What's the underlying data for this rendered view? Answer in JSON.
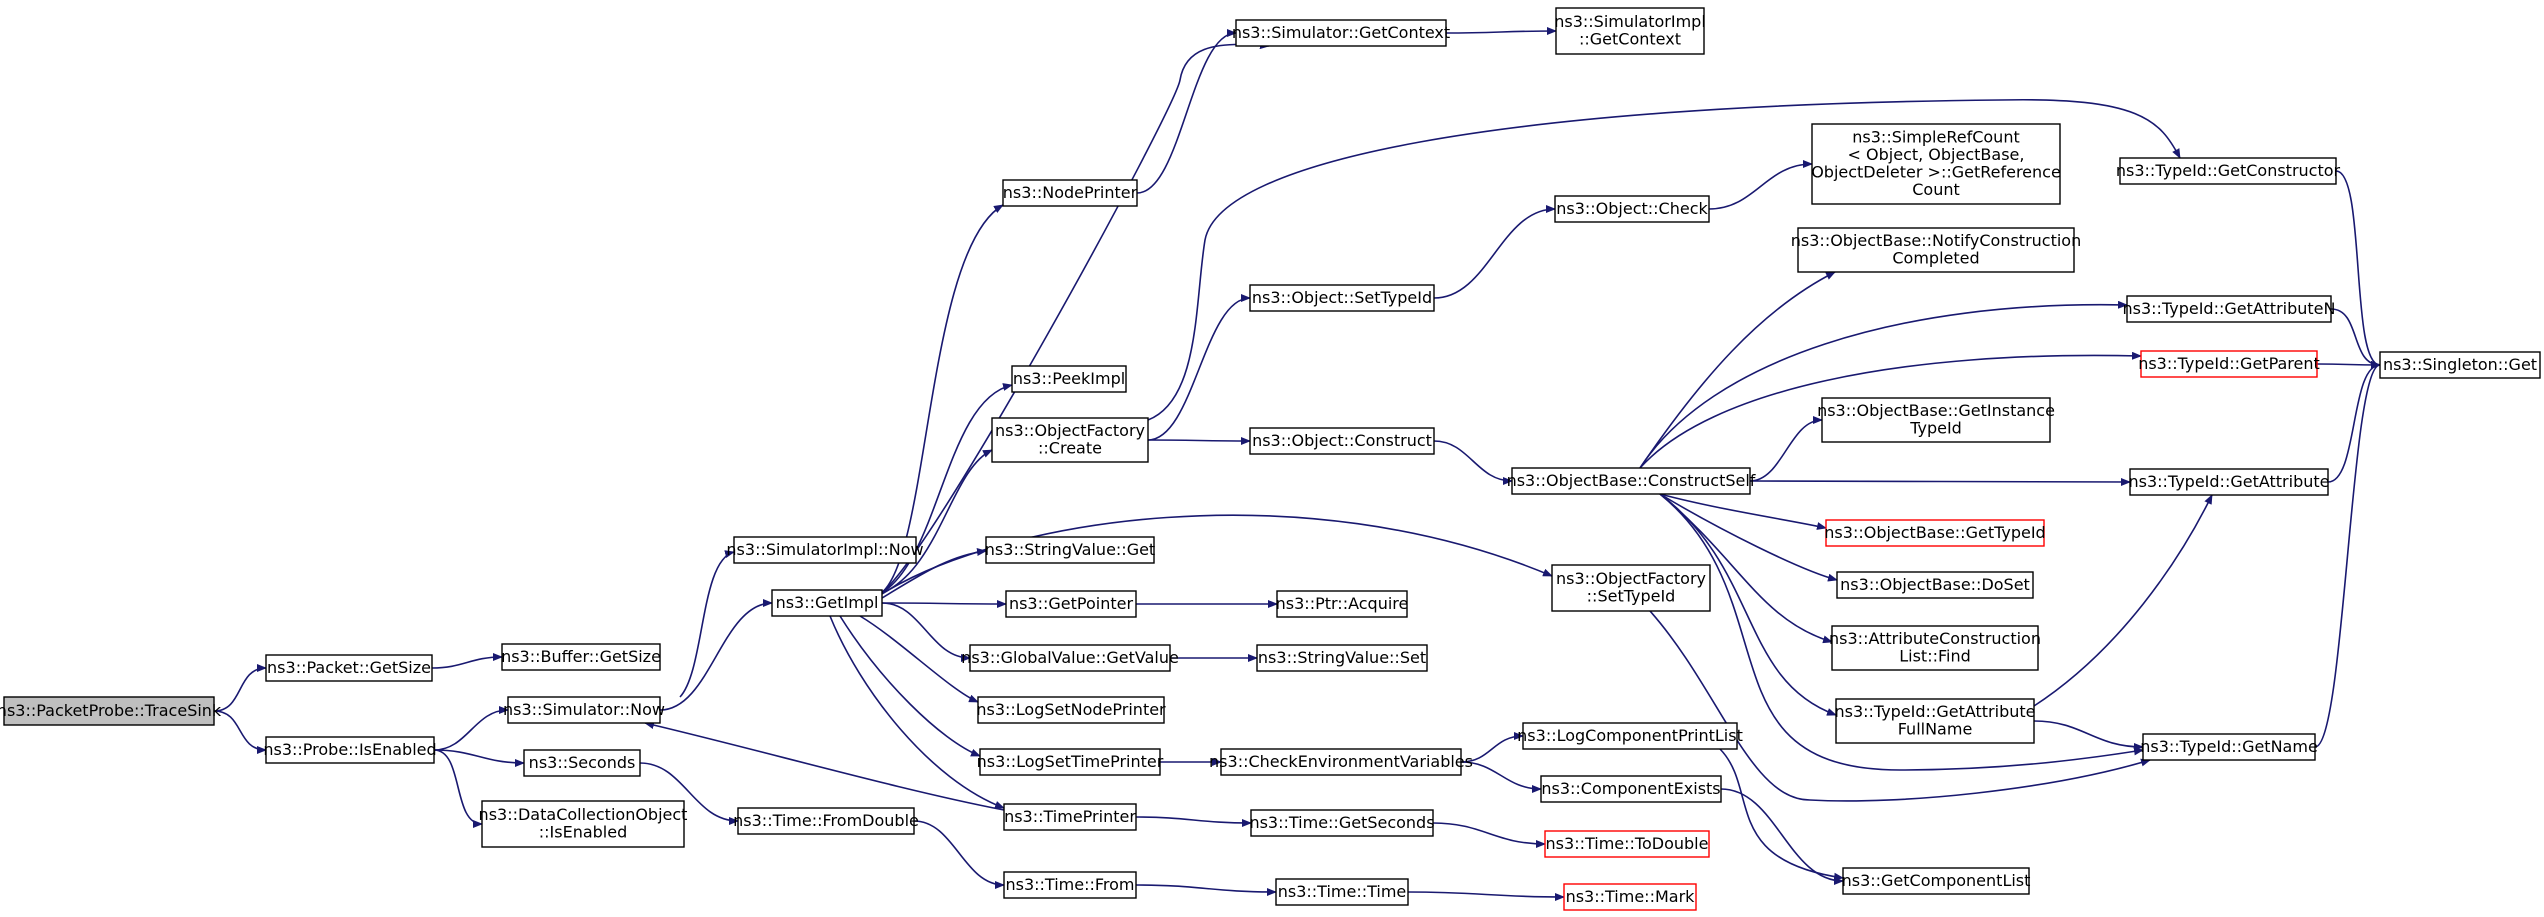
{
  "colors": {
    "edge": "#191970",
    "node_border": "#000000",
    "node_border_undocumented": "#ff0000",
    "root_fill": "#bfbfbf",
    "node_fill": "#ffffff"
  },
  "graph": {
    "root": "tracesink",
    "nodes": [
      {
        "id": "tracesink",
        "lines": [
          "ns3::PacketProbe::TraceSink"
        ],
        "style": "root"
      },
      {
        "id": "packet_getsize",
        "lines": [
          "ns3::Packet::GetSize"
        ]
      },
      {
        "id": "buffer_getsize",
        "lines": [
          "ns3::Buffer::GetSize"
        ]
      },
      {
        "id": "probe_isenabled",
        "lines": [
          "ns3::Probe::IsEnabled"
        ]
      },
      {
        "id": "simulator_now",
        "lines": [
          "ns3::Simulator::Now"
        ]
      },
      {
        "id": "seconds",
        "lines": [
          "ns3::Seconds"
        ]
      },
      {
        "id": "dco_isenabled",
        "lines": [
          "ns3::DataCollectionObject",
          "::IsEnabled"
        ]
      },
      {
        "id": "simimpl_now",
        "lines": [
          "ns3::SimulatorImpl::Now"
        ]
      },
      {
        "id": "getimpl",
        "lines": [
          "ns3::GetImpl"
        ]
      },
      {
        "id": "time_fromdouble",
        "lines": [
          "ns3::Time::FromDouble"
        ]
      },
      {
        "id": "time_from",
        "lines": [
          "ns3::Time::From"
        ]
      },
      {
        "id": "time_time",
        "lines": [
          "ns3::Time::Time"
        ]
      },
      {
        "id": "time_mark",
        "lines": [
          "ns3::Time::Mark"
        ],
        "style": "undocumented"
      },
      {
        "id": "nodeprinter",
        "lines": [
          "ns3::NodePrinter"
        ]
      },
      {
        "id": "sim_getcontext",
        "lines": [
          "ns3::Simulator::GetContext"
        ]
      },
      {
        "id": "simimpl_getcontext",
        "lines": [
          "ns3::SimulatorImpl",
          "::GetContext"
        ]
      },
      {
        "id": "peekimpl",
        "lines": [
          "ns3::PeekImpl"
        ]
      },
      {
        "id": "of_create",
        "lines": [
          "ns3::ObjectFactory",
          "::Create"
        ]
      },
      {
        "id": "stringvalue_get",
        "lines": [
          "ns3::StringValue::Get"
        ]
      },
      {
        "id": "getpointer",
        "lines": [
          "ns3::GetPointer"
        ]
      },
      {
        "id": "ptr_acquire",
        "lines": [
          "ns3::Ptr::Acquire"
        ]
      },
      {
        "id": "gv_getvalue",
        "lines": [
          "ns3::GlobalValue::GetValue"
        ]
      },
      {
        "id": "stringvalue_set",
        "lines": [
          "ns3::StringValue::Set"
        ]
      },
      {
        "id": "logsetnodeprinter",
        "lines": [
          "ns3::LogSetNodePrinter"
        ]
      },
      {
        "id": "logsettimeprinter",
        "lines": [
          "ns3::LogSetTimePrinter"
        ]
      },
      {
        "id": "timeprinter",
        "lines": [
          "ns3::TimePrinter"
        ]
      },
      {
        "id": "time_getseconds",
        "lines": [
          "ns3::Time::GetSeconds"
        ]
      },
      {
        "id": "time_todouble",
        "lines": [
          "ns3::Time::ToDouble"
        ],
        "style": "undocumented"
      },
      {
        "id": "checkenv",
        "lines": [
          "ns3::CheckEnvironmentVariables"
        ]
      },
      {
        "id": "logcompprintlist",
        "lines": [
          "ns3::LogComponentPrintList"
        ]
      },
      {
        "id": "componentexists",
        "lines": [
          "ns3::ComponentExists"
        ]
      },
      {
        "id": "getcomponentlist",
        "lines": [
          "ns3::GetComponentList"
        ]
      },
      {
        "id": "object_settypeid",
        "lines": [
          "ns3::Object::SetTypeId"
        ]
      },
      {
        "id": "object_construct",
        "lines": [
          "ns3::Object::Construct"
        ]
      },
      {
        "id": "object_check",
        "lines": [
          "ns3::Object::Check"
        ]
      },
      {
        "id": "simplerefcount",
        "lines": [
          "ns3::SimpleRefCount",
          "< Object, ObjectBase,",
          "ObjectDeleter >::GetReference",
          "Count"
        ]
      },
      {
        "id": "ob_constructself",
        "lines": [
          "ns3::ObjectBase::ConstructSelf"
        ]
      },
      {
        "id": "of_settypeid",
        "lines": [
          "ns3::ObjectFactory",
          "::SetTypeId"
        ]
      },
      {
        "id": "ob_notifyconstruction",
        "lines": [
          "ns3::ObjectBase::NotifyConstruction",
          "Completed"
        ]
      },
      {
        "id": "ob_getinstancetypeid",
        "lines": [
          "ns3::ObjectBase::GetInstance",
          "TypeId"
        ]
      },
      {
        "id": "ob_gettypeid",
        "lines": [
          "ns3::ObjectBase::GetTypeId"
        ],
        "style": "undocumented"
      },
      {
        "id": "ob_doset",
        "lines": [
          "ns3::ObjectBase::DoSet"
        ]
      },
      {
        "id": "acl_find",
        "lines": [
          "ns3::AttributeConstruction",
          "List::Find"
        ]
      },
      {
        "id": "typeid_getattributefullname",
        "lines": [
          "ns3::TypeId::GetAttribute",
          "FullName"
        ]
      },
      {
        "id": "typeid_getconstructor",
        "lines": [
          "ns3::TypeId::GetConstructor"
        ]
      },
      {
        "id": "typeid_getattributen",
        "lines": [
          "ns3::TypeId::GetAttributeN"
        ]
      },
      {
        "id": "typeid_getparent",
        "lines": [
          "ns3::TypeId::GetParent"
        ],
        "style": "undocumented"
      },
      {
        "id": "typeid_getattribute",
        "lines": [
          "ns3::TypeId::GetAttribute"
        ]
      },
      {
        "id": "typeid_getname",
        "lines": [
          "ns3::TypeId::GetName"
        ]
      },
      {
        "id": "singleton_get",
        "lines": [
          "ns3::Singleton::Get"
        ]
      }
    ],
    "edges": [
      [
        "tracesink",
        "packet_getsize"
      ],
      [
        "tracesink",
        "probe_isenabled"
      ],
      [
        "packet_getsize",
        "buffer_getsize"
      ],
      [
        "probe_isenabled",
        "simulator_now"
      ],
      [
        "probe_isenabled",
        "seconds"
      ],
      [
        "probe_isenabled",
        "dco_isenabled"
      ],
      [
        "simulator_now",
        "simimpl_now"
      ],
      [
        "simulator_now",
        "getimpl"
      ],
      [
        "seconds",
        "time_fromdouble"
      ],
      [
        "time_fromdouble",
        "time_from"
      ],
      [
        "time_from",
        "time_time"
      ],
      [
        "time_time",
        "time_mark"
      ],
      [
        "getimpl",
        "nodeprinter"
      ],
      [
        "getimpl",
        "sim_getcontext"
      ],
      [
        "getimpl",
        "peekimpl"
      ],
      [
        "getimpl",
        "of_create"
      ],
      [
        "getimpl",
        "of_settypeid"
      ],
      [
        "getimpl",
        "stringvalue_get"
      ],
      [
        "getimpl",
        "getpointer"
      ],
      [
        "getimpl",
        "gv_getvalue"
      ],
      [
        "getimpl",
        "logsetnodeprinter"
      ],
      [
        "getimpl",
        "logsettimeprinter"
      ],
      [
        "getimpl",
        "timeprinter"
      ],
      [
        "nodeprinter",
        "sim_getcontext"
      ],
      [
        "sim_getcontext",
        "simimpl_getcontext"
      ],
      [
        "of_create",
        "typeid_getconstructor"
      ],
      [
        "of_create",
        "object_settypeid"
      ],
      [
        "of_create",
        "object_construct"
      ],
      [
        "object_settypeid",
        "object_check"
      ],
      [
        "object_check",
        "simplerefcount"
      ],
      [
        "object_construct",
        "ob_constructself"
      ],
      [
        "getpointer",
        "ptr_acquire"
      ],
      [
        "gv_getvalue",
        "stringvalue_set"
      ],
      [
        "logsettimeprinter",
        "checkenv"
      ],
      [
        "checkenv",
        "logcompprintlist"
      ],
      [
        "checkenv",
        "componentexists"
      ],
      [
        "logcompprintlist",
        "getcomponentlist"
      ],
      [
        "componentexists",
        "getcomponentlist"
      ],
      [
        "timeprinter",
        "simulator_now"
      ],
      [
        "timeprinter",
        "time_getseconds"
      ],
      [
        "time_getseconds",
        "time_todouble"
      ],
      [
        "ob_constructself",
        "ob_notifyconstruction"
      ],
      [
        "ob_constructself",
        "typeid_getattributen"
      ],
      [
        "ob_constructself",
        "typeid_getparent"
      ],
      [
        "ob_constructself",
        "ob_getinstancetypeid"
      ],
      [
        "ob_constructself",
        "typeid_getattribute"
      ],
      [
        "ob_constructself",
        "ob_gettypeid"
      ],
      [
        "ob_constructself",
        "ob_doset"
      ],
      [
        "ob_constructself",
        "acl_find"
      ],
      [
        "ob_constructself",
        "typeid_getattributefullname"
      ],
      [
        "ob_constructself",
        "typeid_getname"
      ],
      [
        "of_settypeid",
        "typeid_getname"
      ],
      [
        "typeid_getattributefullname",
        "typeid_getattribute"
      ],
      [
        "typeid_getattributefullname",
        "typeid_getname"
      ],
      [
        "typeid_getconstructor",
        "singleton_get"
      ],
      [
        "typeid_getattributen",
        "singleton_get"
      ],
      [
        "typeid_getparent",
        "singleton_get"
      ],
      [
        "typeid_getattribute",
        "singleton_get"
      ],
      [
        "typeid_getname",
        "singleton_get"
      ]
    ]
  }
}
